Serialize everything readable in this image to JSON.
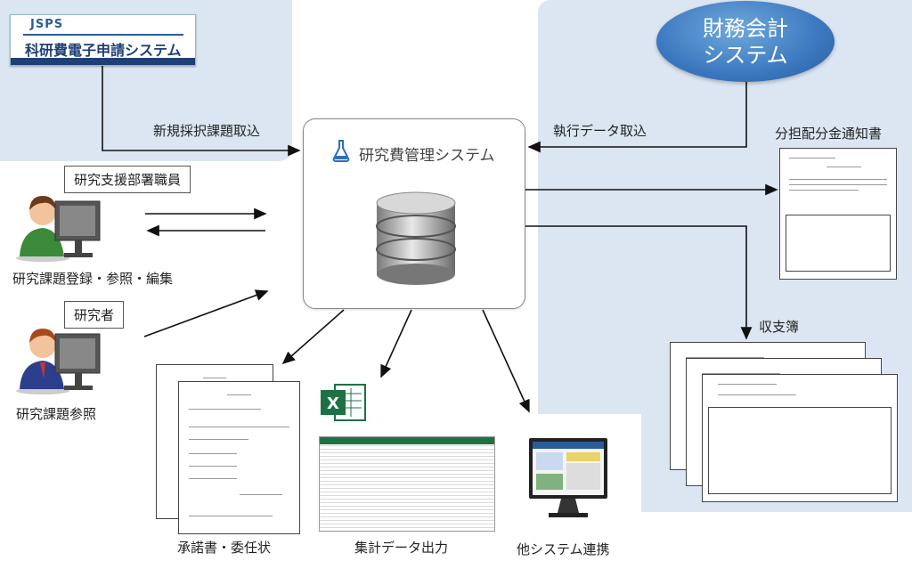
{
  "top_left_logo": {
    "org": "JSPS",
    "system": "科研費電子申請システム"
  },
  "accounting": {
    "line1": "財務会計",
    "line2": "システム"
  },
  "core": {
    "title": "研究費管理システム"
  },
  "arrows": {
    "new_adoption": "新規採択課題取込",
    "execution_data": "執行データ取込"
  },
  "actors": {
    "staff": {
      "role": "研究支援部署職員",
      "action": "研究課題登録・参照・編集"
    },
    "researcher": {
      "role": "研究者",
      "action": "研究課題参照"
    }
  },
  "outputs": {
    "notice": "分担配分金通知書",
    "ledger": "収支簿",
    "consent": "承諾書・委任状",
    "aggregate": "集計データ出力",
    "other_system": "他システム連携"
  },
  "colors": {
    "panel": "#dce6f2",
    "accent_blue": "#3c78c0",
    "excel_green": "#1e7145"
  },
  "icons": [
    "flask-icon",
    "database-icon",
    "person-icon",
    "excel-icon",
    "monitor-icon"
  ]
}
